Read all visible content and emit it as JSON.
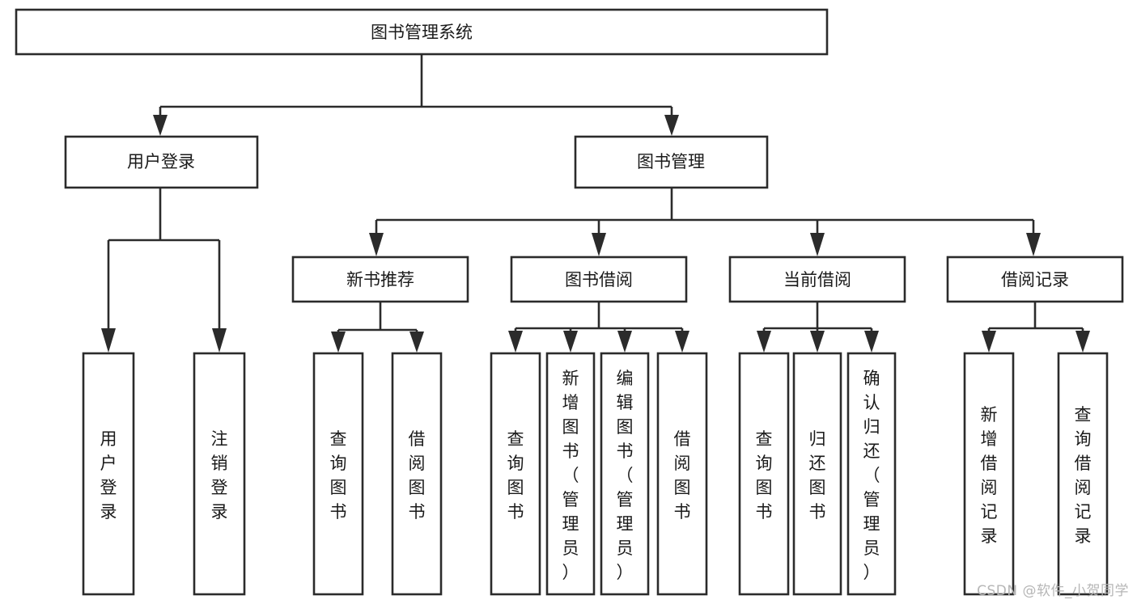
{
  "diagram": {
    "type": "tree",
    "title": "图书管理系统",
    "watermark": "CSDN @软件_小贺同学",
    "root": {
      "id": "root",
      "label": "图书管理系统"
    },
    "level2": [
      {
        "id": "user-login",
        "label": "用户登录"
      },
      {
        "id": "book-management",
        "label": "图书管理"
      }
    ],
    "level3": [
      {
        "id": "new-book-recommend",
        "label": "新书推荐",
        "parent": "book-management"
      },
      {
        "id": "book-borrow",
        "label": "图书借阅",
        "parent": "book-management"
      },
      {
        "id": "current-borrow",
        "label": "当前借阅",
        "parent": "book-management"
      },
      {
        "id": "borrow-record",
        "label": "借阅记录",
        "parent": "book-management"
      }
    ],
    "leaves": [
      {
        "id": "leaf-user-login",
        "label": "用户登录",
        "parent": "user-login"
      },
      {
        "id": "leaf-logout-login",
        "label": "注销登录",
        "parent": "user-login"
      },
      {
        "id": "leaf-query-book-1",
        "label": "查询图书",
        "parent": "new-book-recommend"
      },
      {
        "id": "leaf-borrow-book-1",
        "label": "借阅图书",
        "parent": "new-book-recommend"
      },
      {
        "id": "leaf-query-book-2",
        "label": "查询图书",
        "parent": "book-borrow"
      },
      {
        "id": "leaf-add-book",
        "label": "新增图书（管理员）",
        "parent": "book-borrow"
      },
      {
        "id": "leaf-edit-book",
        "label": "编辑图书（管理员）",
        "parent": "book-borrow"
      },
      {
        "id": "leaf-borrow-book-2",
        "label": "借阅图书",
        "parent": "book-borrow"
      },
      {
        "id": "leaf-query-book-3",
        "label": "查询图书",
        "parent": "current-borrow"
      },
      {
        "id": "leaf-return-book",
        "label": "归还图书",
        "parent": "current-borrow"
      },
      {
        "id": "leaf-confirm-return",
        "label": "确认归还（管理员）",
        "parent": "current-borrow"
      },
      {
        "id": "leaf-add-record",
        "label": "新增借阅记录",
        "parent": "borrow-record"
      },
      {
        "id": "leaf-query-record",
        "label": "查询借阅记录",
        "parent": "borrow-record"
      }
    ],
    "colors": {
      "stroke": "#2b2b2b",
      "fill": "#ffffff",
      "text": "#1a1a1a",
      "watermark": "#b6b6b6"
    }
  }
}
